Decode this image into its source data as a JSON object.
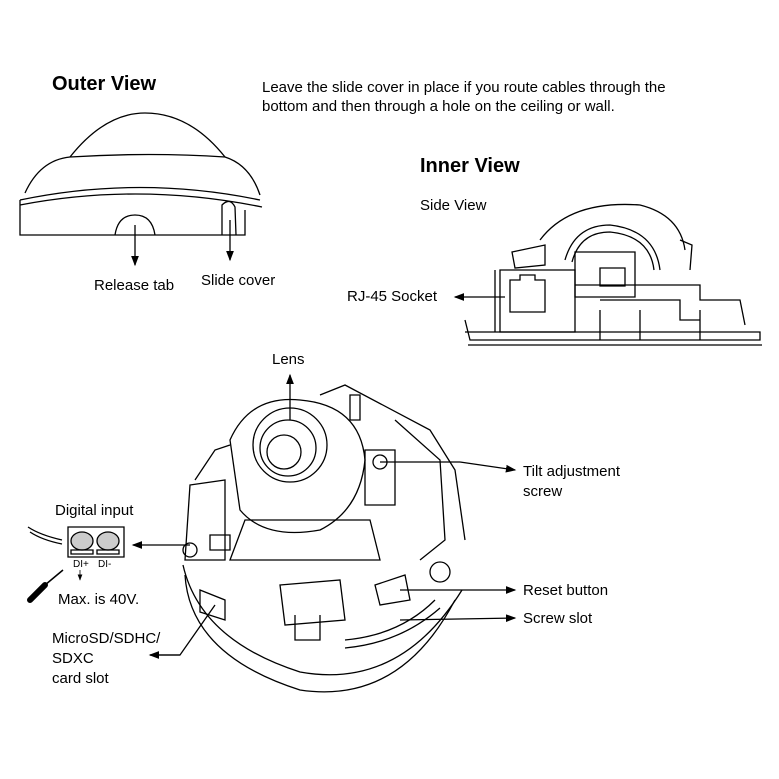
{
  "outer_view": {
    "title": "Outer View",
    "labels": {
      "release_tab": "Release tab",
      "slide_cover": "Slide cover"
    }
  },
  "note": {
    "line1": "Leave the slide cover in place if you route cables through the",
    "line2": "bottom and then through a hole on the ceiling or wall."
  },
  "inner_view": {
    "title": "Inner View",
    "side_view": "Side View",
    "rj45": "RJ-45 Socket"
  },
  "main_view": {
    "lens": "Lens",
    "tilt_line1": "Tilt adjustment",
    "tilt_line2": "screw",
    "digital_input": "Digital input",
    "di_plus": "DI+",
    "di_minus": "DI-",
    "max_voltage": "Max. is 40V.",
    "reset": "Reset button",
    "screw_slot": "Screw slot",
    "sd_line1": "MicroSD/SDHC/",
    "sd_line2": "SDXC",
    "sd_line3": "card slot"
  }
}
